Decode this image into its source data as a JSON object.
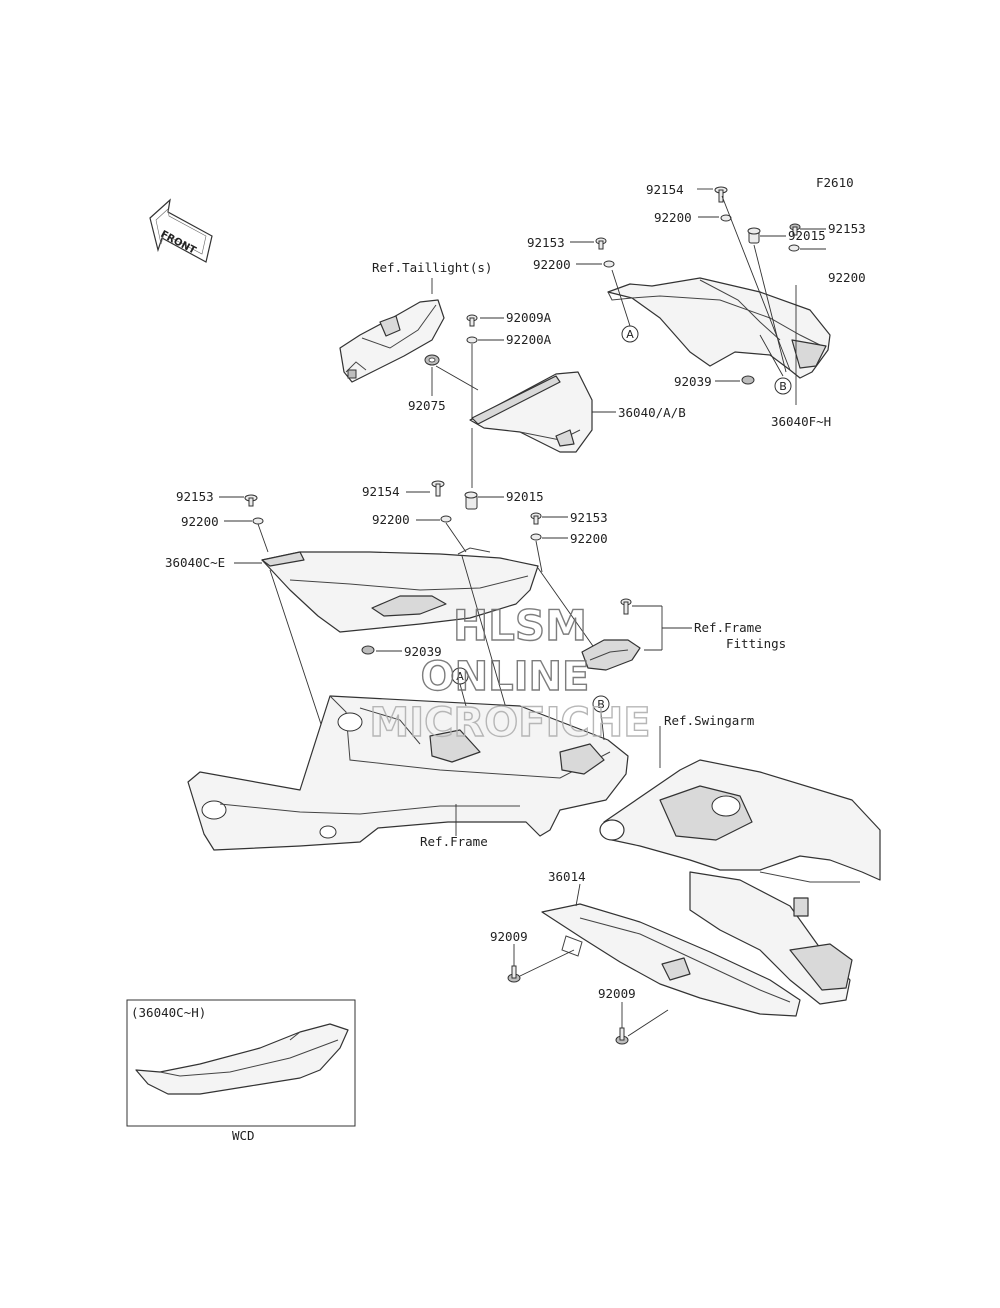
{
  "figure_code": "F2610",
  "front_arrow": {
    "text": "FRONT"
  },
  "references": {
    "taillight": "Ref.Taillight(s)",
    "frame_fittings_1": "Ref.Frame",
    "frame_fittings_2": "Fittings",
    "swingarm": "Ref.Swingarm",
    "frame": "Ref.Frame"
  },
  "part_labels": {
    "p92154_top": "92154",
    "p92200_top": "92200",
    "p92015_top": "92015",
    "p92153_left": "92153",
    "p92200_left": "92200",
    "p92153_right": "92153",
    "p92200_right": "92200",
    "p92039_top": "92039",
    "p36040fh": "36040F~H",
    "p92009a": "92009A",
    "p92200a": "92200A",
    "p92075": "92075",
    "p36040ab": "36040/A/B",
    "p92153_mid_left": "92153",
    "p92200_mid_left": "92200",
    "p36040ce": "36040C~E",
    "p92154_mid": "92154",
    "p92015_mid": "92015",
    "p92200_mid": "92200",
    "p92153_mid_right": "92153",
    "p92200_mid_right": "92200",
    "p92039_mid": "92039",
    "p36014": "36014",
    "p92009_left": "92009",
    "p92009_right": "92009"
  },
  "callouts": {
    "a": "A",
    "b": "B"
  },
  "inset": {
    "title": "(36040C~H)",
    "caption": "WCD"
  },
  "watermark": {
    "line1": "HLSM",
    "line2": "ONLINE",
    "line3": "MICROFICHE"
  }
}
